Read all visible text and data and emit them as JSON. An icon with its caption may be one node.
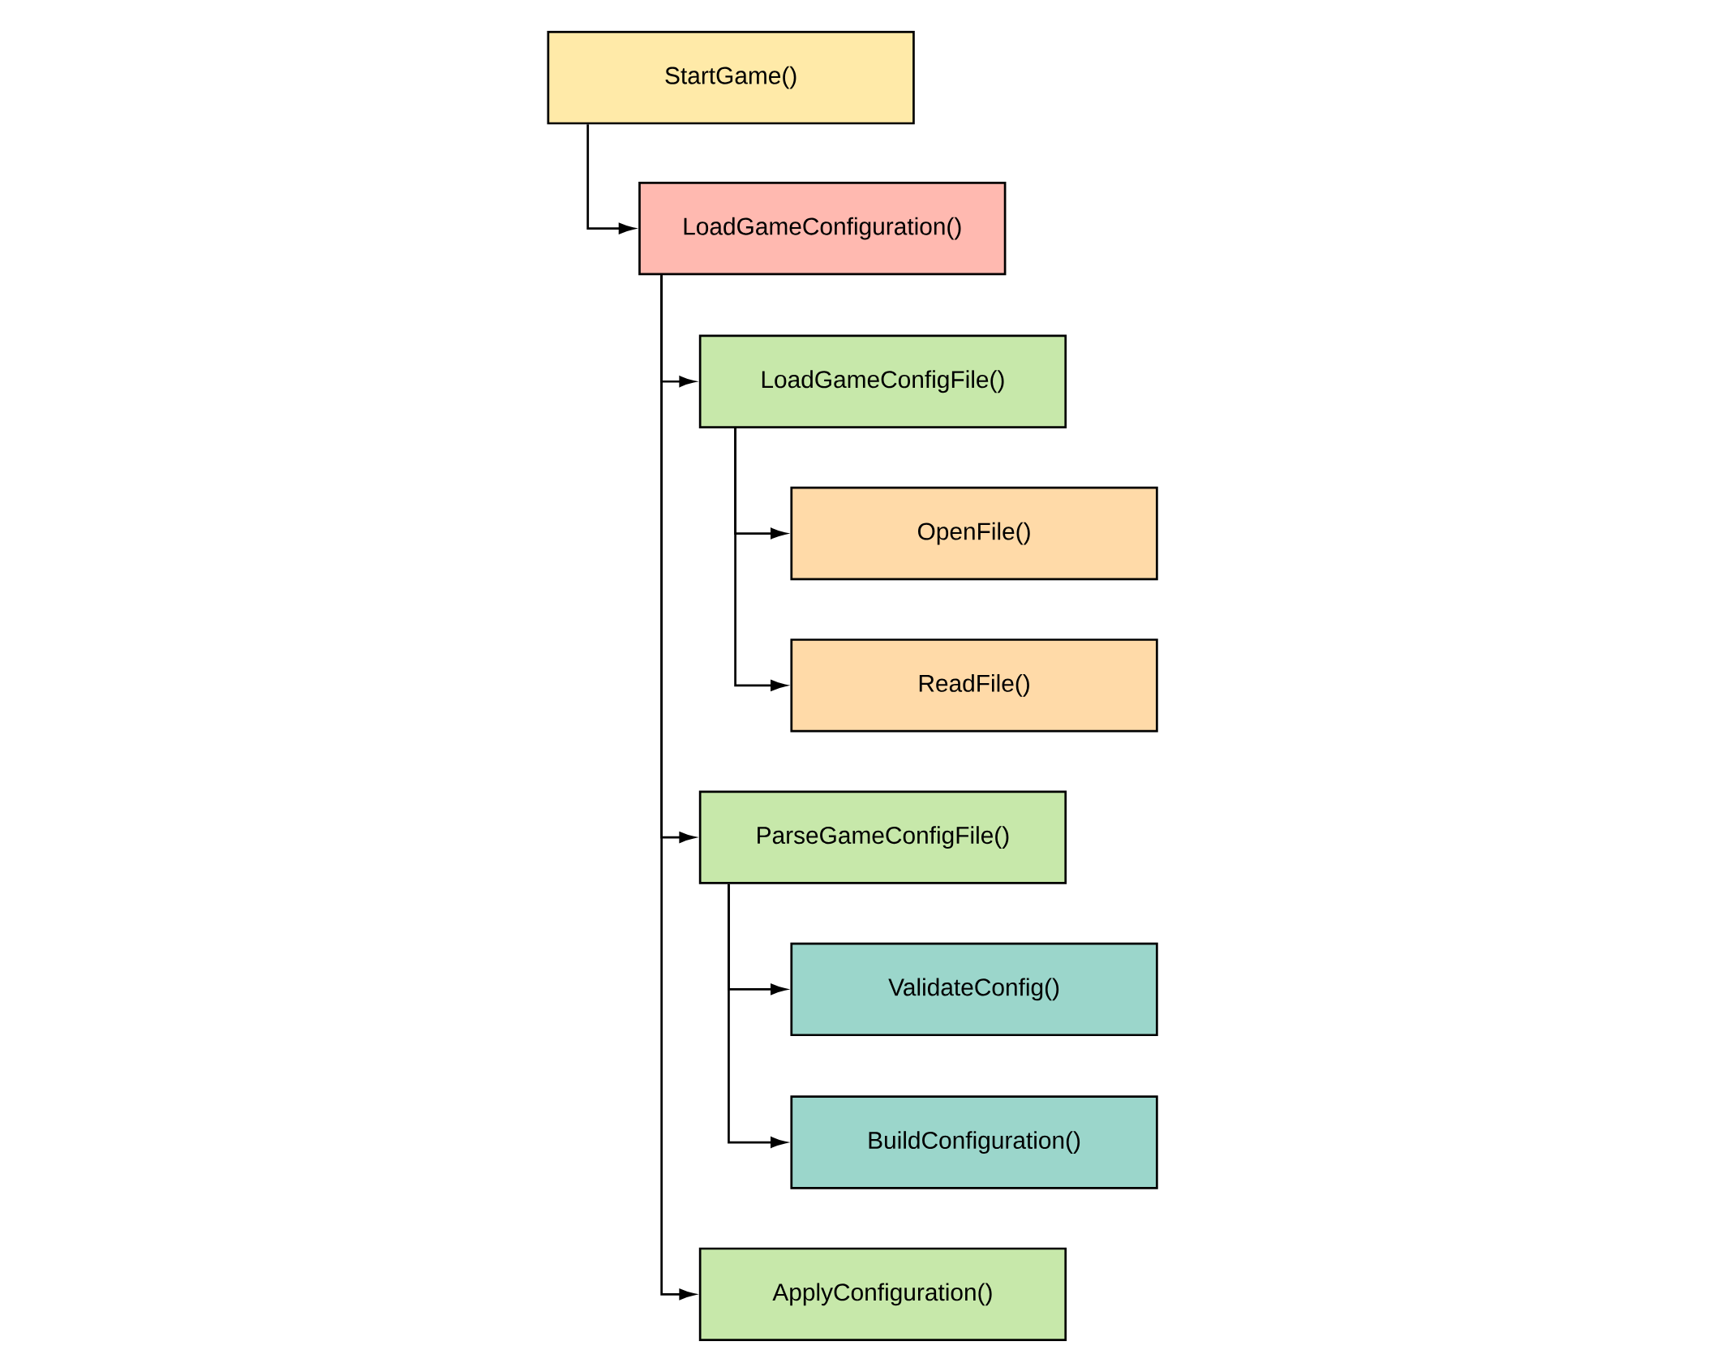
{
  "diagram": {
    "nodes": [
      {
        "text": [
          "StartGame()"
        ]
      },
      {
        "text": [
          "LoadGameConfiguration()"
        ]
      },
      {
        "text": [
          "LoadGameConfigFile()"
        ]
      },
      {
        "text": [
          "OpenFile()"
        ]
      },
      {
        "text": [
          "ReadFile()"
        ]
      },
      {
        "text": [
          "ParseGameConfigFile()"
        ]
      },
      {
        "text": [
          "ValidateConfig()"
        ]
      },
      {
        "text": [
          "BuildConfiguration()"
        ]
      },
      {
        "text": [
          "ApplyConfiguration()"
        ]
      }
    ],
    "edges": [
      {
        "from": 0,
        "to": 1,
        "arrow": "to"
      },
      {
        "from": 1,
        "to": 2,
        "arrow": "to"
      },
      {
        "from": 2,
        "to": 3,
        "arrow": "to"
      },
      {
        "from": 2,
        "to": 4,
        "arrow": "to"
      },
      {
        "from": 1,
        "to": 5,
        "arrow": "to"
      },
      {
        "from": 5,
        "to": 6,
        "arrow": "to"
      },
      {
        "from": 5,
        "to": 7,
        "arrow": "to"
      },
      {
        "from": 1,
        "to": 8,
        "arrow": "to"
      }
    ]
  }
}
